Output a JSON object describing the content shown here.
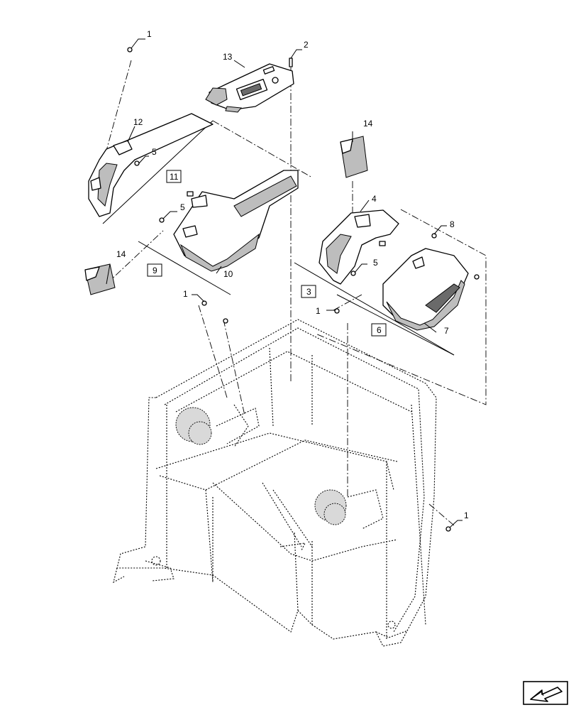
{
  "callouts": [
    {
      "id": "c1a",
      "text": "1",
      "boxed": false
    },
    {
      "id": "c2",
      "text": "2",
      "boxed": false
    },
    {
      "id": "c13",
      "text": "13",
      "boxed": false
    },
    {
      "id": "c12",
      "text": "12",
      "boxed": false
    },
    {
      "id": "c5a",
      "text": "5",
      "boxed": false
    },
    {
      "id": "c11",
      "text": "11",
      "boxed": true
    },
    {
      "id": "c5b",
      "text": "5",
      "boxed": false
    },
    {
      "id": "c14a",
      "text": "14",
      "boxed": false
    },
    {
      "id": "c9",
      "text": "9",
      "boxed": true
    },
    {
      "id": "c10",
      "text": "10",
      "boxed": false
    },
    {
      "id": "c1b",
      "text": "1",
      "boxed": false
    },
    {
      "id": "c14b",
      "text": "14",
      "boxed": false
    },
    {
      "id": "c4",
      "text": "4",
      "boxed": false
    },
    {
      "id": "c8",
      "text": "8",
      "boxed": false
    },
    {
      "id": "c5c",
      "text": "5",
      "boxed": false
    },
    {
      "id": "c3",
      "text": "3",
      "boxed": true
    },
    {
      "id": "c1c",
      "text": "1",
      "boxed": false
    },
    {
      "id": "c6",
      "text": "6",
      "boxed": true
    },
    {
      "id": "c7",
      "text": "7",
      "boxed": false
    },
    {
      "id": "c1d",
      "text": "1",
      "boxed": false
    }
  ],
  "icons": {
    "nav": "next-page-arrow-icon"
  }
}
